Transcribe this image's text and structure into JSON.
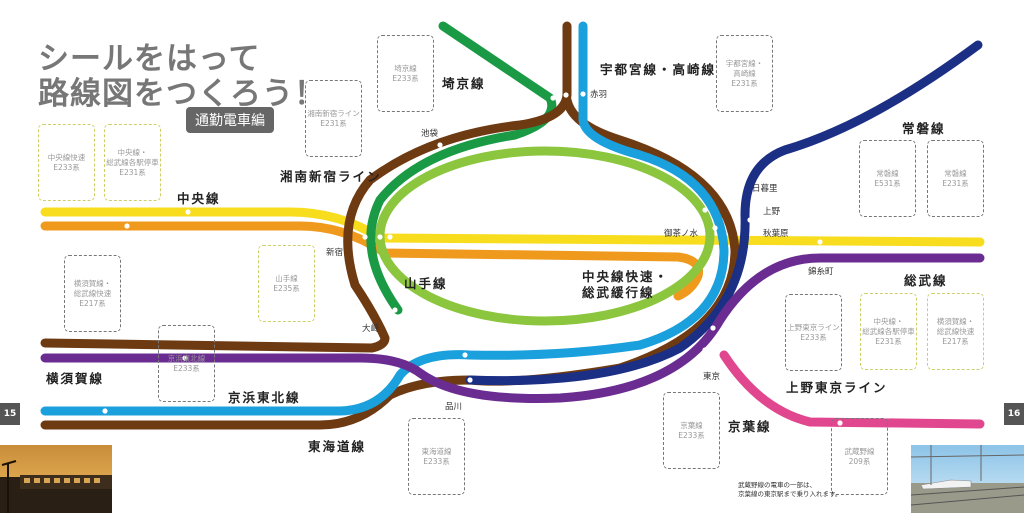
{
  "title": {
    "line1": "シールをはって",
    "line2": "路線図をつくろう！",
    "badge": "通勤電車編"
  },
  "pages": {
    "left": "15",
    "right": "16"
  },
  "colors": {
    "yellow": "#f7dd1e",
    "orange": "#ef9a1c",
    "brown": "#6e3a12",
    "green": "#1a9a45",
    "lightgreen": "#8cc63f",
    "blue": "#1aa0dc",
    "navy": "#1b2f84",
    "purple": "#6b2c91",
    "pink": "#e0478e"
  },
  "lines": {
    "chuo": "中央線",
    "yokosuka": "横須賀線",
    "keihin": "京浜東北線",
    "tokaido": "東海道線",
    "shonan": "湘南新宿ライン",
    "saikyo": "埼京線",
    "utsunomiya": "宇都宮線・高崎線",
    "joban": "常磐線",
    "sobu": "総武線",
    "yamanote": "山手線",
    "chuo_rapid_1": "中央線快速・",
    "chuo_rapid_2": "総武緩行線",
    "ueno_tokyo": "上野東京ライン",
    "keiyo": "京葉線"
  },
  "stations": {
    "ikebukuro": "池袋",
    "akabane": "赤羽",
    "nippori": "日暮里",
    "ueno": "上野",
    "akihabara": "秋葉原",
    "ochanomizu": "御茶ノ水",
    "kinshicho": "錦糸町",
    "shinjuku": "新宿",
    "osaki": "大崎",
    "shinagawa": "品川",
    "tokyo": "東京"
  },
  "stickers": [
    {
      "text": "中央線快速\nE233系"
    },
    {
      "text": "中央線・\n総武線各駅停車\nE231系"
    },
    {
      "text": "横須賀線・\n総武線快速\nE217系"
    },
    {
      "text": "京浜東北線\nE233系"
    },
    {
      "text": "山手線\nE235系"
    },
    {
      "text": "湘南新宿ライン\nE231系"
    },
    {
      "text": "埼京線\nE233系"
    },
    {
      "text": "宇都宮線・\n高崎線\nE231系"
    },
    {
      "text": "常磐線\nE531系"
    },
    {
      "text": "常磐線\nE231系"
    },
    {
      "text": "上野東京ライン\nE233系"
    },
    {
      "text": "中央線・\n総武線各駅停車\nE231系"
    },
    {
      "text": "横須賀線・\n総武線快速\nE217系"
    },
    {
      "text": "東海道線\nE233系"
    },
    {
      "text": "京葉線\nE233系"
    },
    {
      "text": "武蔵野線\n209系"
    }
  ],
  "note": {
    "line1": "武蔵野線の電車の一部は、",
    "line2": "京葉線の東京駅まで乗り入れます。"
  }
}
